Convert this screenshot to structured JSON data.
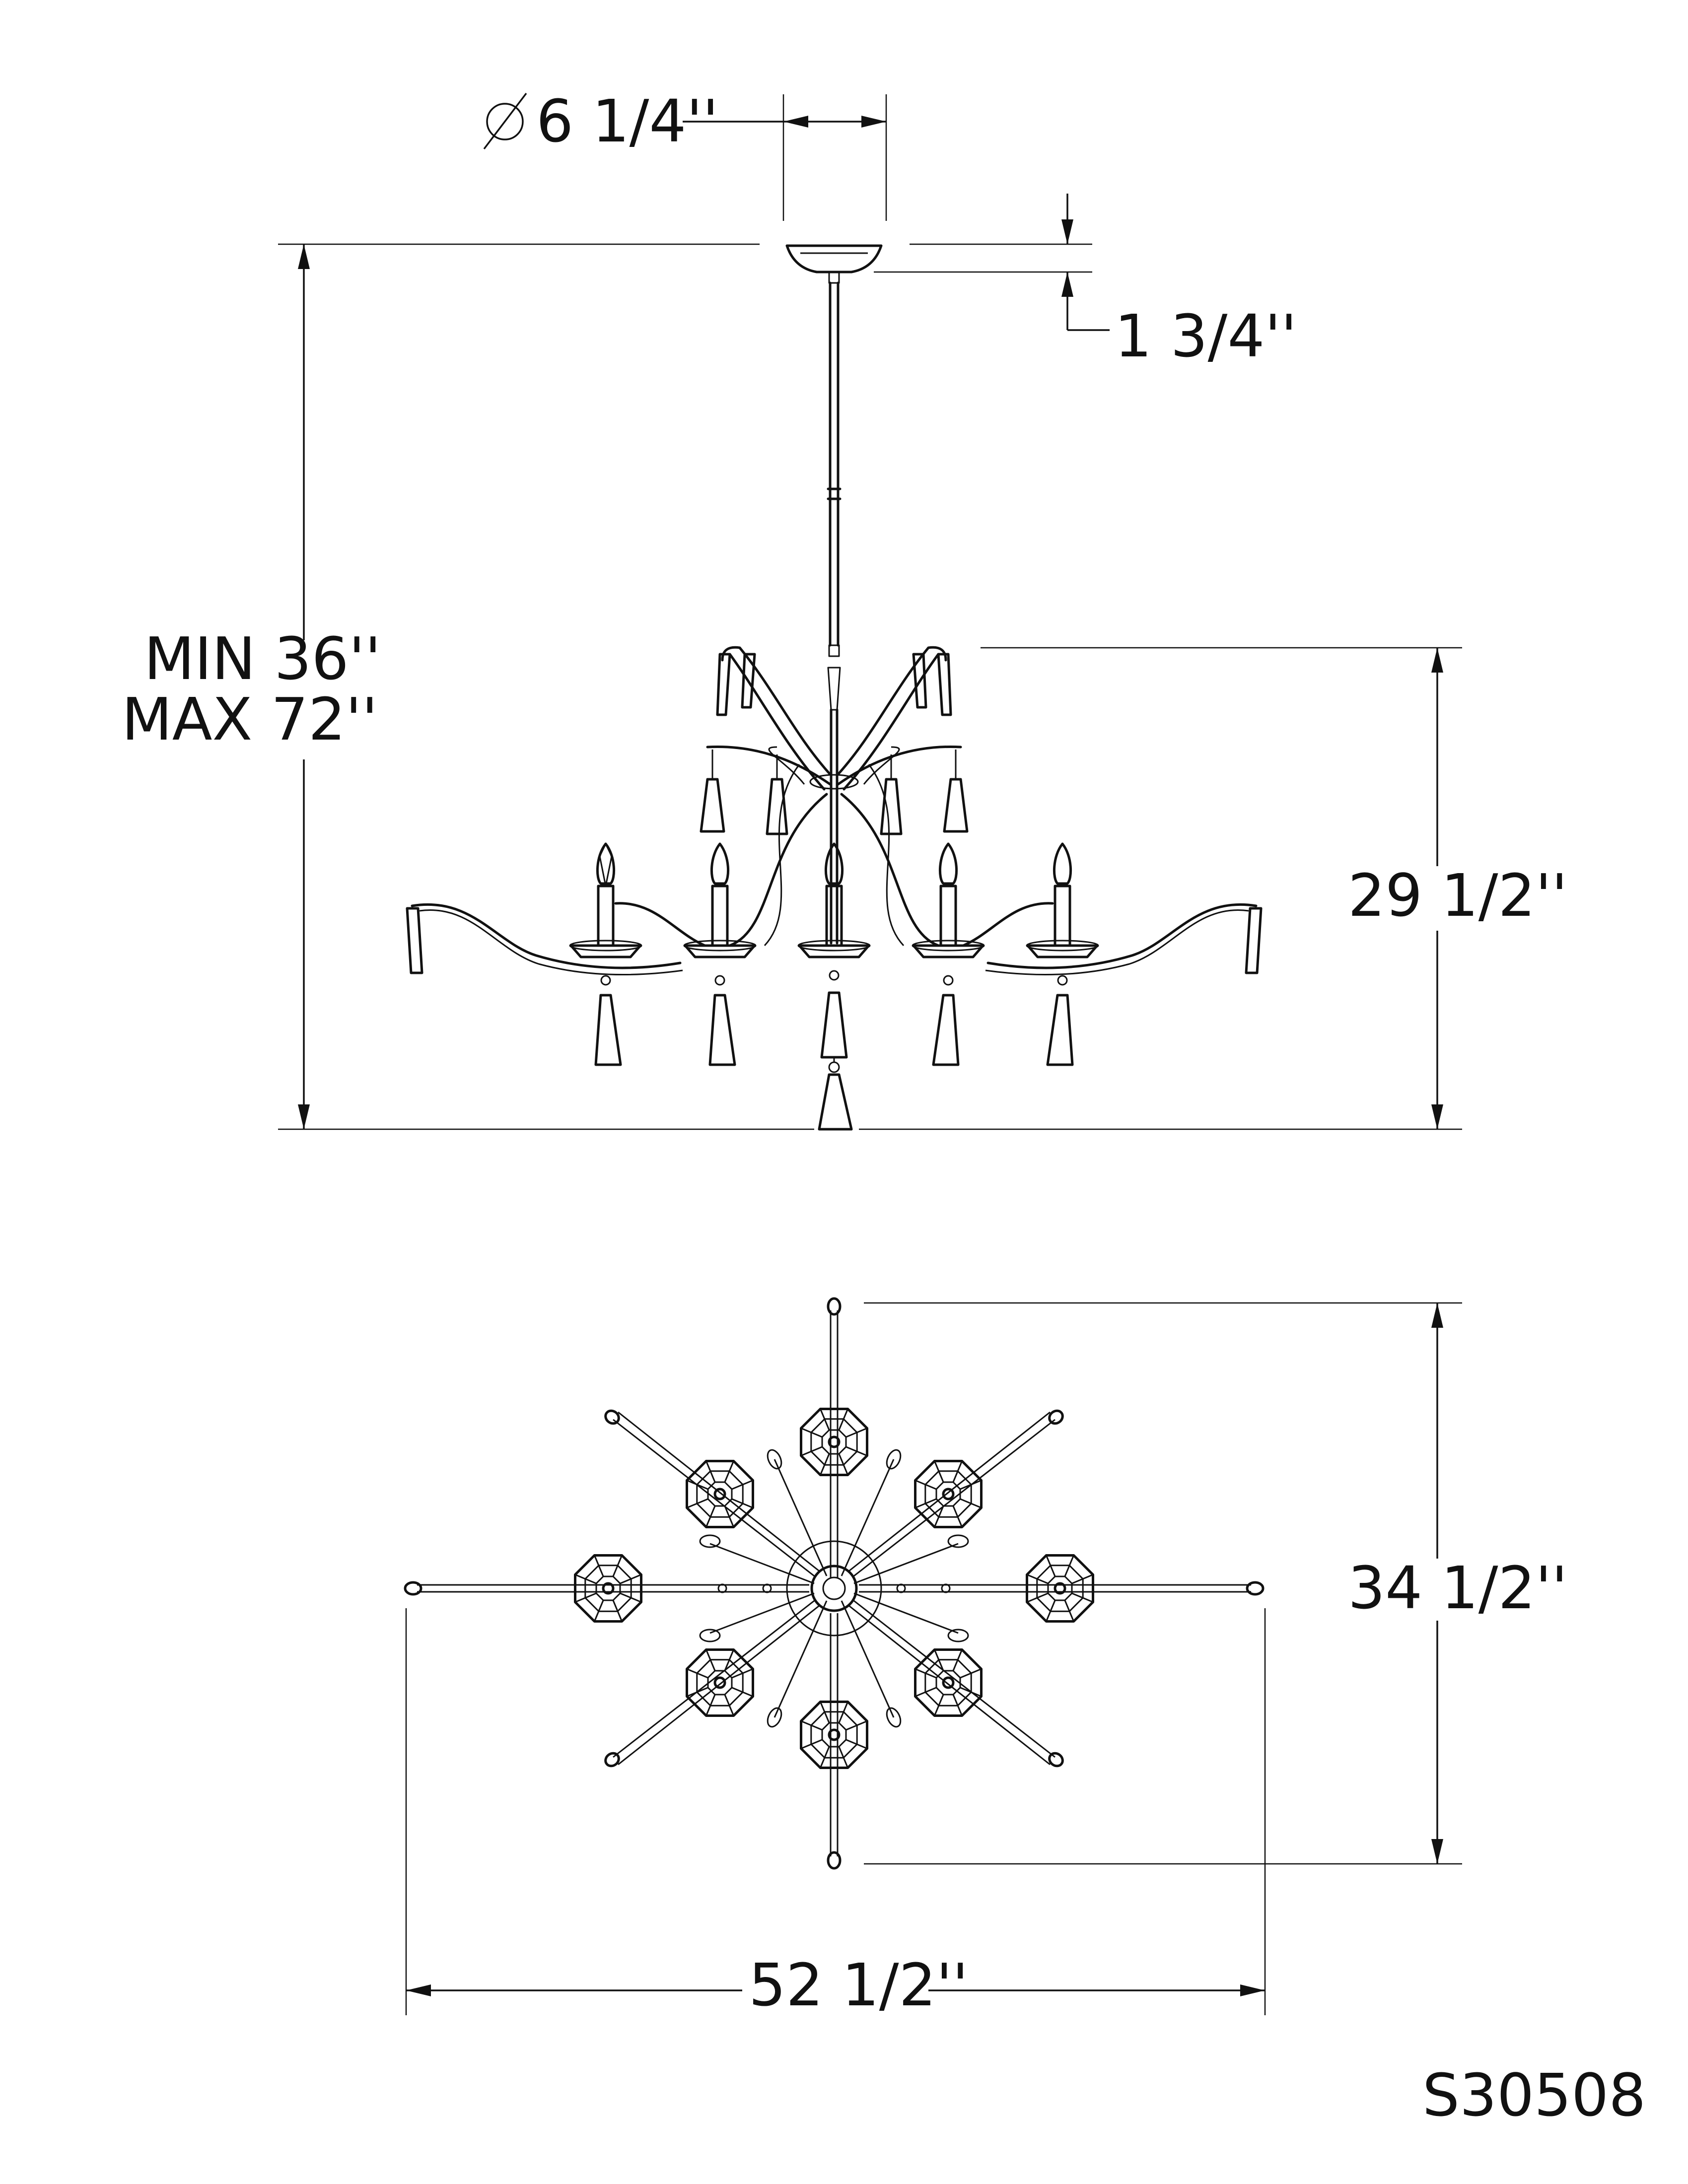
{
  "dimensions": {
    "canopy_diameter": "6 1/4''",
    "canopy_height": "1 3/4''",
    "overall_height_min": "MIN 36''",
    "overall_height_max": "MAX 72''",
    "body_height": "29 1/2''",
    "top_view_depth": "34 1/2''",
    "top_view_width": "52 1/2''"
  },
  "model_number": "S30508",
  "colors": {
    "line": "#111111",
    "background": "#ffffff"
  }
}
